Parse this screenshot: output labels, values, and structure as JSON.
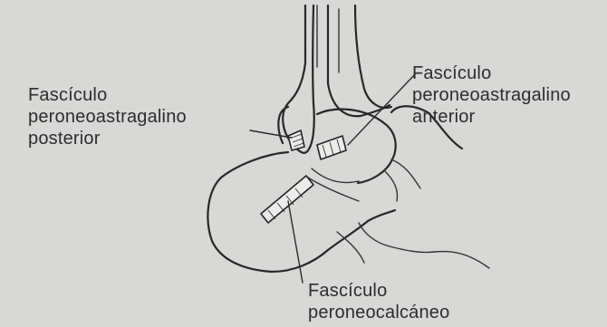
{
  "labels": {
    "posterior": {
      "line1": "Fascículo",
      "line2": "peroneoastragalino",
      "line3": "posterior"
    },
    "anterior": {
      "line1": "Fascículo",
      "line2": "peroneoastragalino",
      "line3": "anterior"
    },
    "calcaneo": {
      "line1": "Fascículo",
      "line2": "peroneocalcáneo"
    }
  },
  "colors": {
    "background": "#d8d8d6",
    "ink": "#272727"
  }
}
